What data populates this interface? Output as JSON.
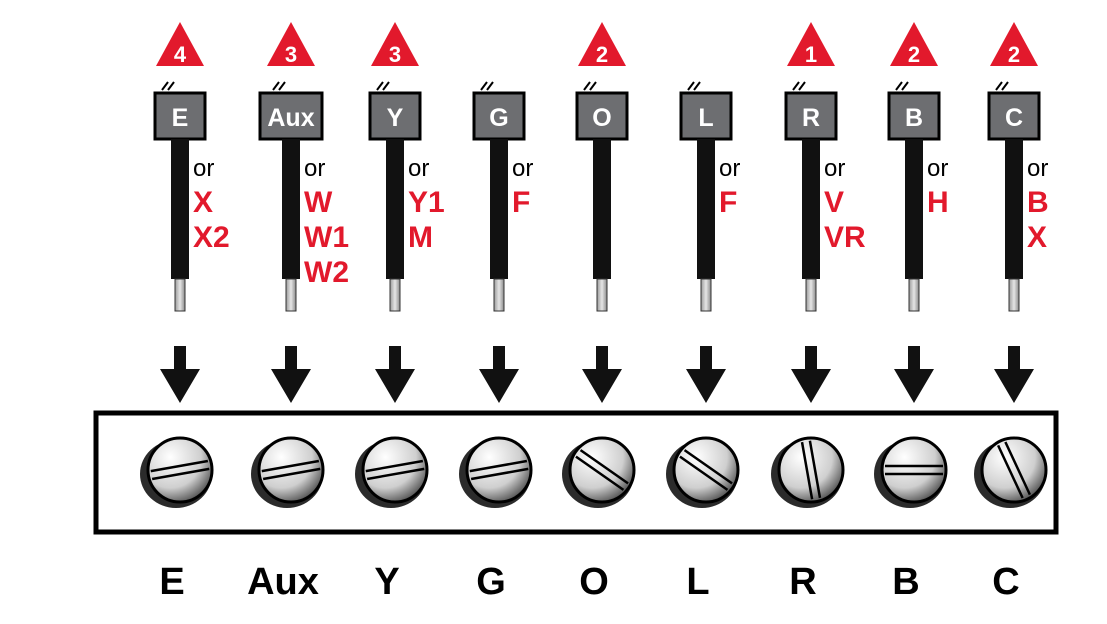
{
  "diagram": {
    "colors": {
      "warning_red": "#e2192c",
      "label_gray": "#6d6e71",
      "wire": "#111111",
      "alt_text": "#e2192c",
      "ink": "#000000"
    },
    "alt_prefix": "or",
    "wires": [
      {
        "label": "E",
        "badge": "4",
        "alts": [
          "X",
          "X2"
        ],
        "terminal": "E"
      },
      {
        "label": "Aux",
        "badge": "3",
        "alts": [
          "W",
          "W1",
          "W2"
        ],
        "terminal": "Aux"
      },
      {
        "label": "Y",
        "badge": "3",
        "alts": [
          "Y1",
          "M"
        ],
        "terminal": "Y"
      },
      {
        "label": "G",
        "badge": "",
        "alts": [
          "F"
        ],
        "terminal": "G"
      },
      {
        "label": "O",
        "badge": "2",
        "alts": [],
        "terminal": "O"
      },
      {
        "label": "L",
        "badge": "",
        "alts": [
          "F"
        ],
        "terminal": "L"
      },
      {
        "label": "R",
        "badge": "1",
        "alts": [
          "V",
          "VR"
        ],
        "terminal": "R"
      },
      {
        "label": "B",
        "badge": "2",
        "alts": [
          "H"
        ],
        "terminal": "B"
      },
      {
        "label": "C",
        "badge": "2",
        "alts": [
          "B",
          "X"
        ],
        "terminal": "C"
      }
    ],
    "screw_slot_angles": [
      -10,
      -10,
      -10,
      -10,
      35,
      35,
      80,
      0,
      65
    ]
  }
}
